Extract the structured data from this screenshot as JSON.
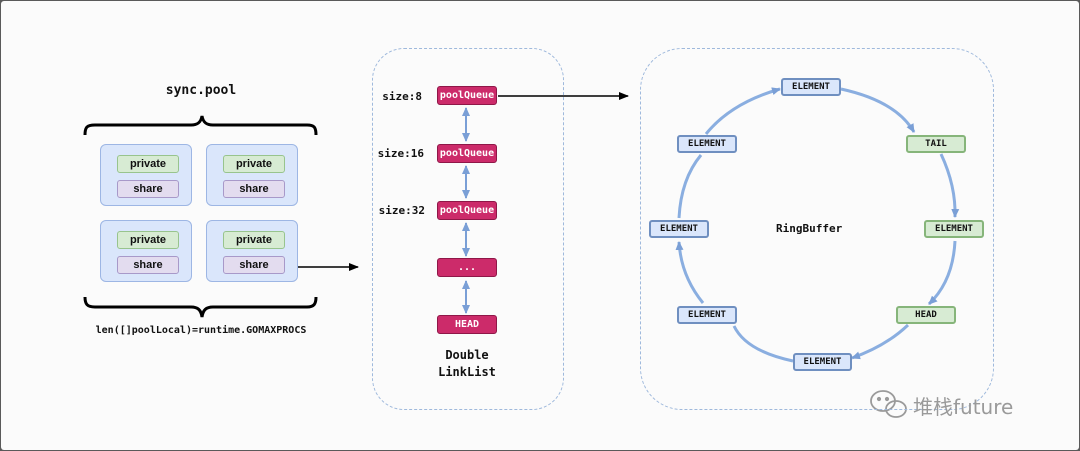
{
  "sync_pool": {
    "title": "sync.pool",
    "processors": [
      {
        "private": "private",
        "share": "share"
      },
      {
        "private": "private",
        "share": "share"
      },
      {
        "private": "private",
        "share": "share"
      },
      {
        "private": "private",
        "share": "share"
      }
    ],
    "caption": "len([]poolLocal)=runtime.GOMAXPROCS"
  },
  "double_linklist": {
    "nodes": [
      {
        "size_label": "size:8",
        "label": "poolQueue"
      },
      {
        "size_label": "size:16",
        "label": "poolQueue"
      },
      {
        "size_label": "size:32",
        "label": "poolQueue"
      },
      {
        "size_label": "",
        "label": "..."
      },
      {
        "size_label": "",
        "label": "HEAD"
      }
    ],
    "caption_line1": "Double",
    "caption_line2": "LinkList"
  },
  "ring_buffer": {
    "label": "RingBuffer",
    "nodes": [
      {
        "label": "ELEMENT",
        "kind": "element"
      },
      {
        "label": "TAIL",
        "kind": "marker"
      },
      {
        "label": "ELEMENT",
        "kind": "marker"
      },
      {
        "label": "HEAD",
        "kind": "marker"
      },
      {
        "label": "ELEMENT",
        "kind": "element"
      },
      {
        "label": "ELEMENT",
        "kind": "element"
      },
      {
        "label": "ELEMENT",
        "kind": "element"
      },
      {
        "label": "ELEMENT",
        "kind": "element"
      }
    ]
  },
  "watermark": {
    "text": "堆栈future"
  },
  "colors": {
    "proc_fill": "#dae6fb",
    "private_fill": "#d7ebd3",
    "share_fill": "#e3dcef",
    "pool_queue": "#cc2b6a",
    "arrow_blue": "#8aaee0",
    "marker_green": "#86b57a"
  }
}
